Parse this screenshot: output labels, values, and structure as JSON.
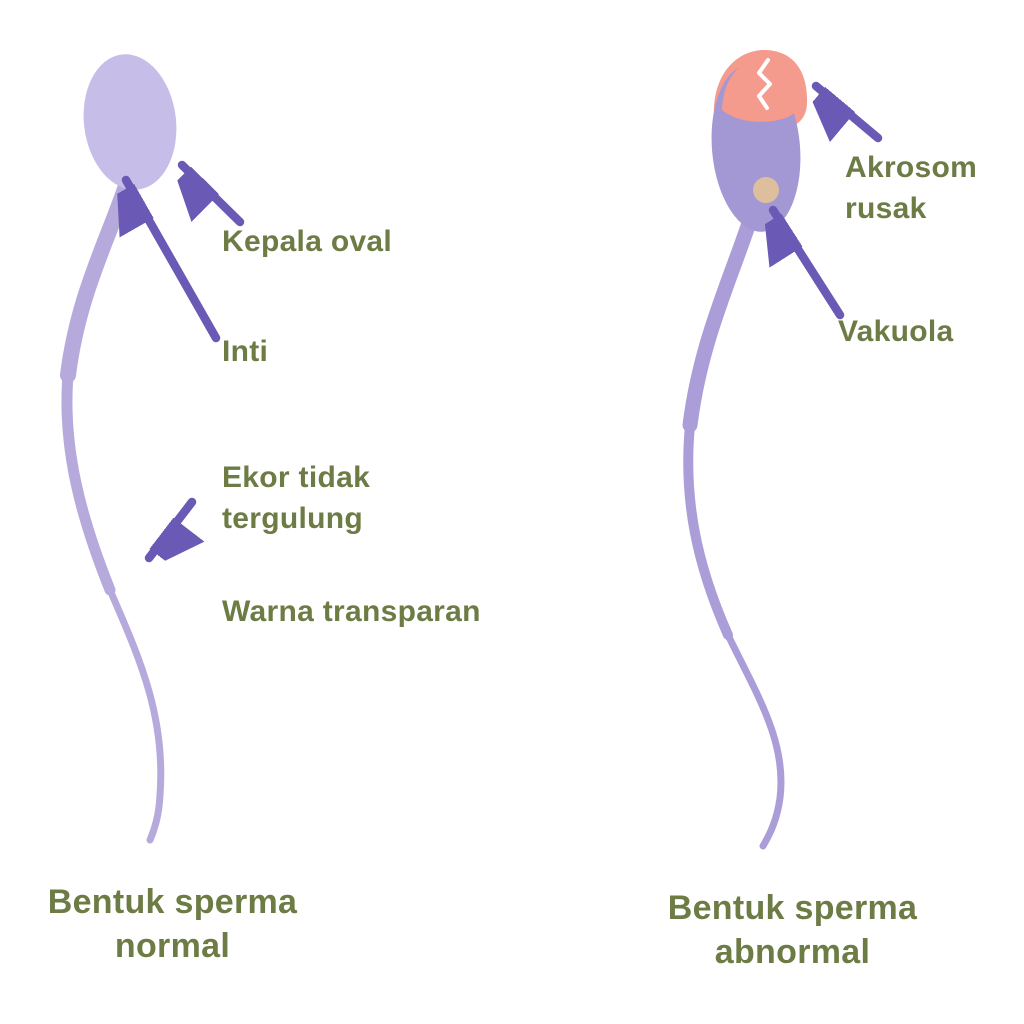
{
  "figures": {
    "normal": {
      "labels": {
        "kepala": "Kepala oval",
        "inti": "Inti",
        "ekor": "Ekor tidak tergulung",
        "warna": "Warna transparan"
      },
      "caption": "Bentuk sperma normal"
    },
    "abnormal": {
      "labels": {
        "akrosom": "Akrosom rusak",
        "vakuola": "Vakuola"
      },
      "caption": "Bentuk sperma abnormal"
    }
  },
  "colors": {
    "text": "#6d7b45",
    "arrow": "#6a59b5",
    "head_normal": "#c7bde9",
    "tail_normal": "#b6aadd",
    "head_abnormal": "#a397d4",
    "tail_abnormal": "#ab9ed8",
    "acrosome_damaged": "#f59b8e",
    "crack": "#ffffff",
    "vacuole": "#ddbf9e",
    "background": "#ffffff"
  }
}
